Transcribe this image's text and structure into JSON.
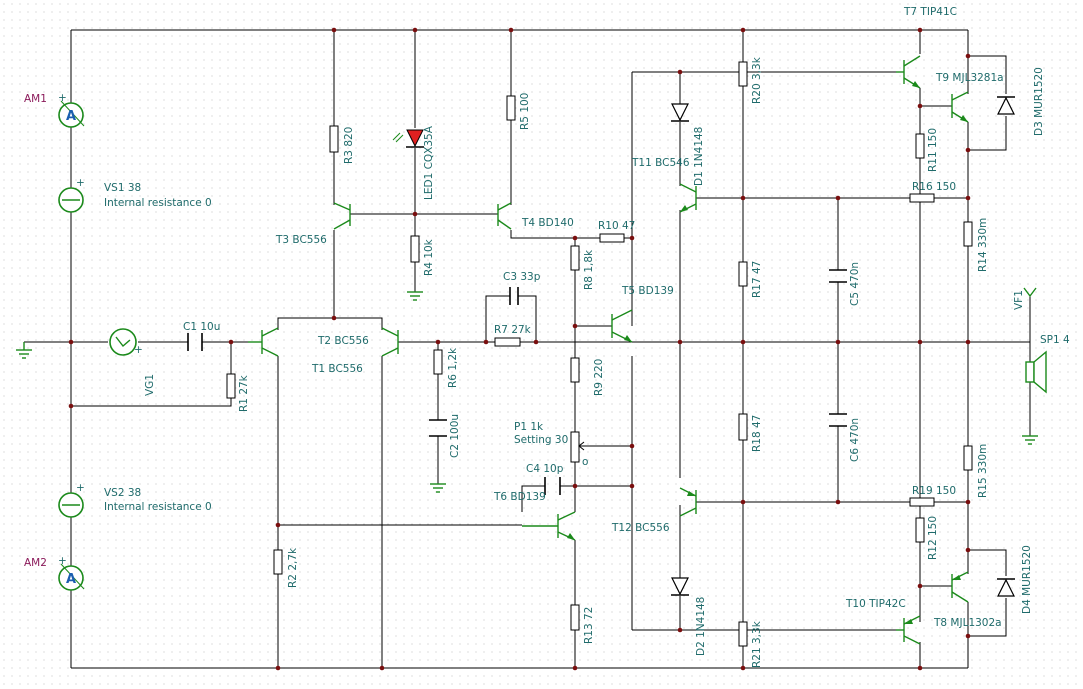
{
  "components": {
    "AM1": "AM1",
    "AM2": "AM2",
    "VS1": "VS1 38",
    "VS1_r": "Internal resistance 0",
    "VS2": "VS2 38",
    "VS2_r": "Internal resistance 0",
    "VG1": "VG1",
    "C1": "C1 10u",
    "R1": "R1 27k",
    "R2": "R2 2,7k",
    "R3": "R3 820",
    "R4": "R4 10k",
    "R5": "R5 100",
    "R6": "R6 1,2k",
    "R7": "R7 27k",
    "R8": "R8 1,8k",
    "R9": "R9 220",
    "R10": "R10 47",
    "R11": "R11 150",
    "R12": "R12 150",
    "R13": "R13 72",
    "R14": "R14 330m",
    "R15": "R15 330m",
    "R16": "R16 150",
    "R17": "R17 47",
    "R18": "R18 47",
    "R19": "R19 150",
    "R20": "R20 3,3k",
    "R21": "R21 3,3k",
    "C2": "C2 100u",
    "C3": "C3 33p",
    "C4": "C4 10p",
    "C5": "C5 470n",
    "C6": "C6 470n",
    "LED1": "LED1 CQX35A",
    "P1": "P1 1k",
    "P1_set": "Setting 30",
    "T1": "T1 BC556",
    "T2": "T2 BC556",
    "T3": "T3 BC556",
    "T4": "T4 BD140",
    "T5": "T5 BD139",
    "T6": "T6 BD139",
    "T7": "T7 TIP41C",
    "T8": "T8 MJL1302a",
    "T9": "T9 MJL3281a",
    "T10": "T10 TIP42C",
    "T11": "T11 BC546",
    "T12": "T12 BC556",
    "D1": "D1 1N4148",
    "D2": "D2 1N4148",
    "D3": "D3 MUR1520",
    "D4": "D4 MUR1520",
    "VF1": "VF1",
    "SP1": "SP1 4"
  },
  "symbols": {
    "ammeter_glyph": "A",
    "plus": "+",
    "wiper_mark": "o"
  },
  "colors": {
    "wire": "#000000",
    "label": "#1f6b6b",
    "meter_label": "#8b1a5a",
    "transistor": "#1b8a1b",
    "led": "#e02020",
    "junction": "#7a0f0f"
  }
}
